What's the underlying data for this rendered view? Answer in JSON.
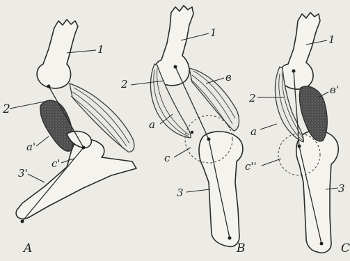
{
  "panels": [
    {
      "id": "A",
      "caption": "A"
    },
    {
      "id": "B",
      "caption": "B"
    },
    {
      "id": "C",
      "caption": "C"
    }
  ],
  "labels": {
    "A": {
      "femur": "1",
      "muscle_a": "2",
      "dark_muscle": "a'",
      "center": "c'",
      "tibia": "3'"
    },
    "B": {
      "femur": "1",
      "muscle_a": "2",
      "muscle_b": "в",
      "muscle_a_line": "a",
      "center": "c",
      "tibia": "3"
    },
    "C": {
      "femur": "1",
      "muscle_a": "2",
      "muscle_b": "в'",
      "muscle_a_line": "a",
      "center": "c''",
      "tibia": "3"
    }
  }
}
